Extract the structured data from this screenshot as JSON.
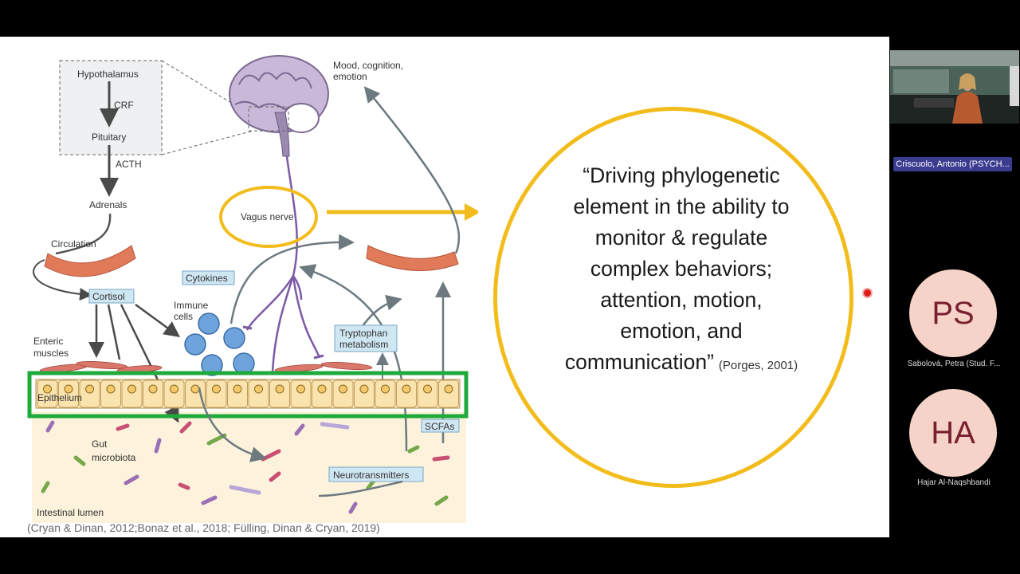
{
  "slide": {
    "diagram_labels": {
      "hypothalamus": "Hypothalamus",
      "crf": "CRF",
      "pituitary": "Pituitary",
      "acth": "ACTH",
      "adrenals": "Adrenals",
      "circulation": "Circulation",
      "cortisol": "Cortisol",
      "cytokines": "Cytokines",
      "immune_cells_line1": "Immune",
      "immune_cells_line2": "cells",
      "enteric_muscles_line1": "Enteric",
      "enteric_muscles_line2": "muscles",
      "epithelium": "Epithelium",
      "gut_microbiota_line1": "Gut",
      "gut_microbiota_line2": "microbiota",
      "intestinal_lumen": "Intestinal lumen",
      "vagus_nerve": "Vagus nerve",
      "mood_line1": "Mood, cognition,",
      "mood_line2": "emotion",
      "tryptophan_line1": "Tryptophan",
      "tryptophan_line2": "metabolism",
      "scfas": "SCFAs",
      "neurotransmitters": "Neurotransmitters"
    },
    "quote_lines": [
      "“Driving phylogenetic",
      "element in the ability to",
      "monitor & regulate",
      "complex behaviors;",
      "attention, motion,",
      "emotion, and",
      "communication”"
    ],
    "quote_citation": "(Porges, 2001)",
    "references": "(Cryan & Dinan, 2012;Bonaz et al., 2018; Fülling, Dinan & Cryan, 2019)"
  },
  "colors": {
    "highlight_yellow": "#f2bd1c",
    "highlight_green": "#1faa3c",
    "vagus_purple": "#7b5aa6",
    "label_box": "#cfe6f3"
  },
  "participants": {
    "speaker_name": "Criscuolo, Antonio (PSYCH...",
    "others": [
      {
        "initials": "PS",
        "name": "Sabolová, Petra (Stud. F..."
      },
      {
        "initials": "HA",
        "name": "Hajar Al-Naqshbandi"
      }
    ]
  }
}
